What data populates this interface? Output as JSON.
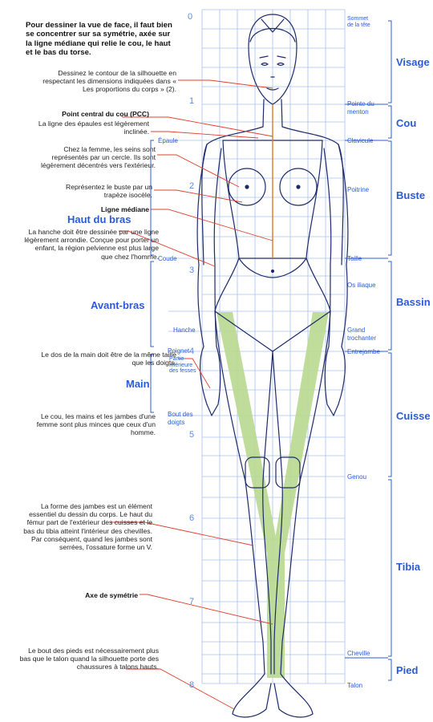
{
  "intro": {
    "title": "Pour dessiner la vue de face, il faut bien se concentrer sur sa symétrie, axée sur la ligne médiane qui relie le cou, le haut et le bas du torse.",
    "contour": "Dessinez le contour de la silhouette en respectant les dimensions indiquées dans « Les proportions du corps » (2)."
  },
  "notes": {
    "pcc_title": "Point central du cou (PCC)",
    "pcc_text": "La ligne des épaules est légèrement inclinée.",
    "seins": "Chez la femme, les seins sont représentés par un cercle. Ils sont légèrement décentrés vers l'extérieur.",
    "buste": "Représentez le buste par un trapèze isocèle.",
    "ligne_mediane": "Ligne médiane",
    "hanche": "La hanche doit être dessinée par une ligne légèrement arrondie. Conçue pour porter un enfant, la région pelvienne est plus large que chez l'homme.",
    "main": "Le dos de la main doit être de la même taille que les doigts.",
    "cou_mains": "Le cou, les mains et les jambes d'une femme sont plus minces que ceux d'un homme.",
    "jambes": "La forme des jambes est un élément essentiel du dessin du corps. Le haut du fémur part de l'extérieur des cuisses et le bas du tibia atteint l'intérieur des chevilles. Par conséquent, quand les jambes sont serrées, l'ossature forme un V.",
    "axe": "Axe de symétrie",
    "pieds": "Le bout des pieds est nécessairement plus bas que le talon quand la silhouette porte des chaussures à talons hauts."
  },
  "arm_labels": {
    "epaule": "Épaule",
    "coude": "Coude",
    "hanche": "Hanche",
    "poignet": "Poignet",
    "partie_fesses": "Partie inférieure des fesses",
    "bout_doigts": "Bout des doigts"
  },
  "arm_sections": {
    "haut_du_bras": "Haut du bras",
    "avant_bras": "Avant-bras",
    "main": "Main"
  },
  "head_numbers": [
    "0",
    "1",
    "2",
    "3",
    "4",
    "5",
    "6",
    "7",
    "8"
  ],
  "right_labels": {
    "sommet": "Sommet de la tête",
    "pointe": "Pointe du menton",
    "clavicule": "Clavicule",
    "poitrine": "Poitrine",
    "taille": "Taille",
    "os_iliaque": "Os iliaque",
    "grand_trochanter": "Grand trochanter",
    "entrejambe": "Entrejambe",
    "genou": "Genou",
    "cheville": "Cheville",
    "talon": "Talon"
  },
  "sections": {
    "visage": "Visage",
    "cou": "Cou",
    "buste": "Buste",
    "bassin": "Bassin",
    "cuisse": "Cuisse",
    "tibia": "Tibia",
    "pied": "Pied"
  },
  "colors": {
    "accent": "#2a5bd7",
    "grid": "#a9c2ec",
    "leader": "#e0402e",
    "bone": "#b9d991",
    "outline": "#1d2a6b"
  }
}
